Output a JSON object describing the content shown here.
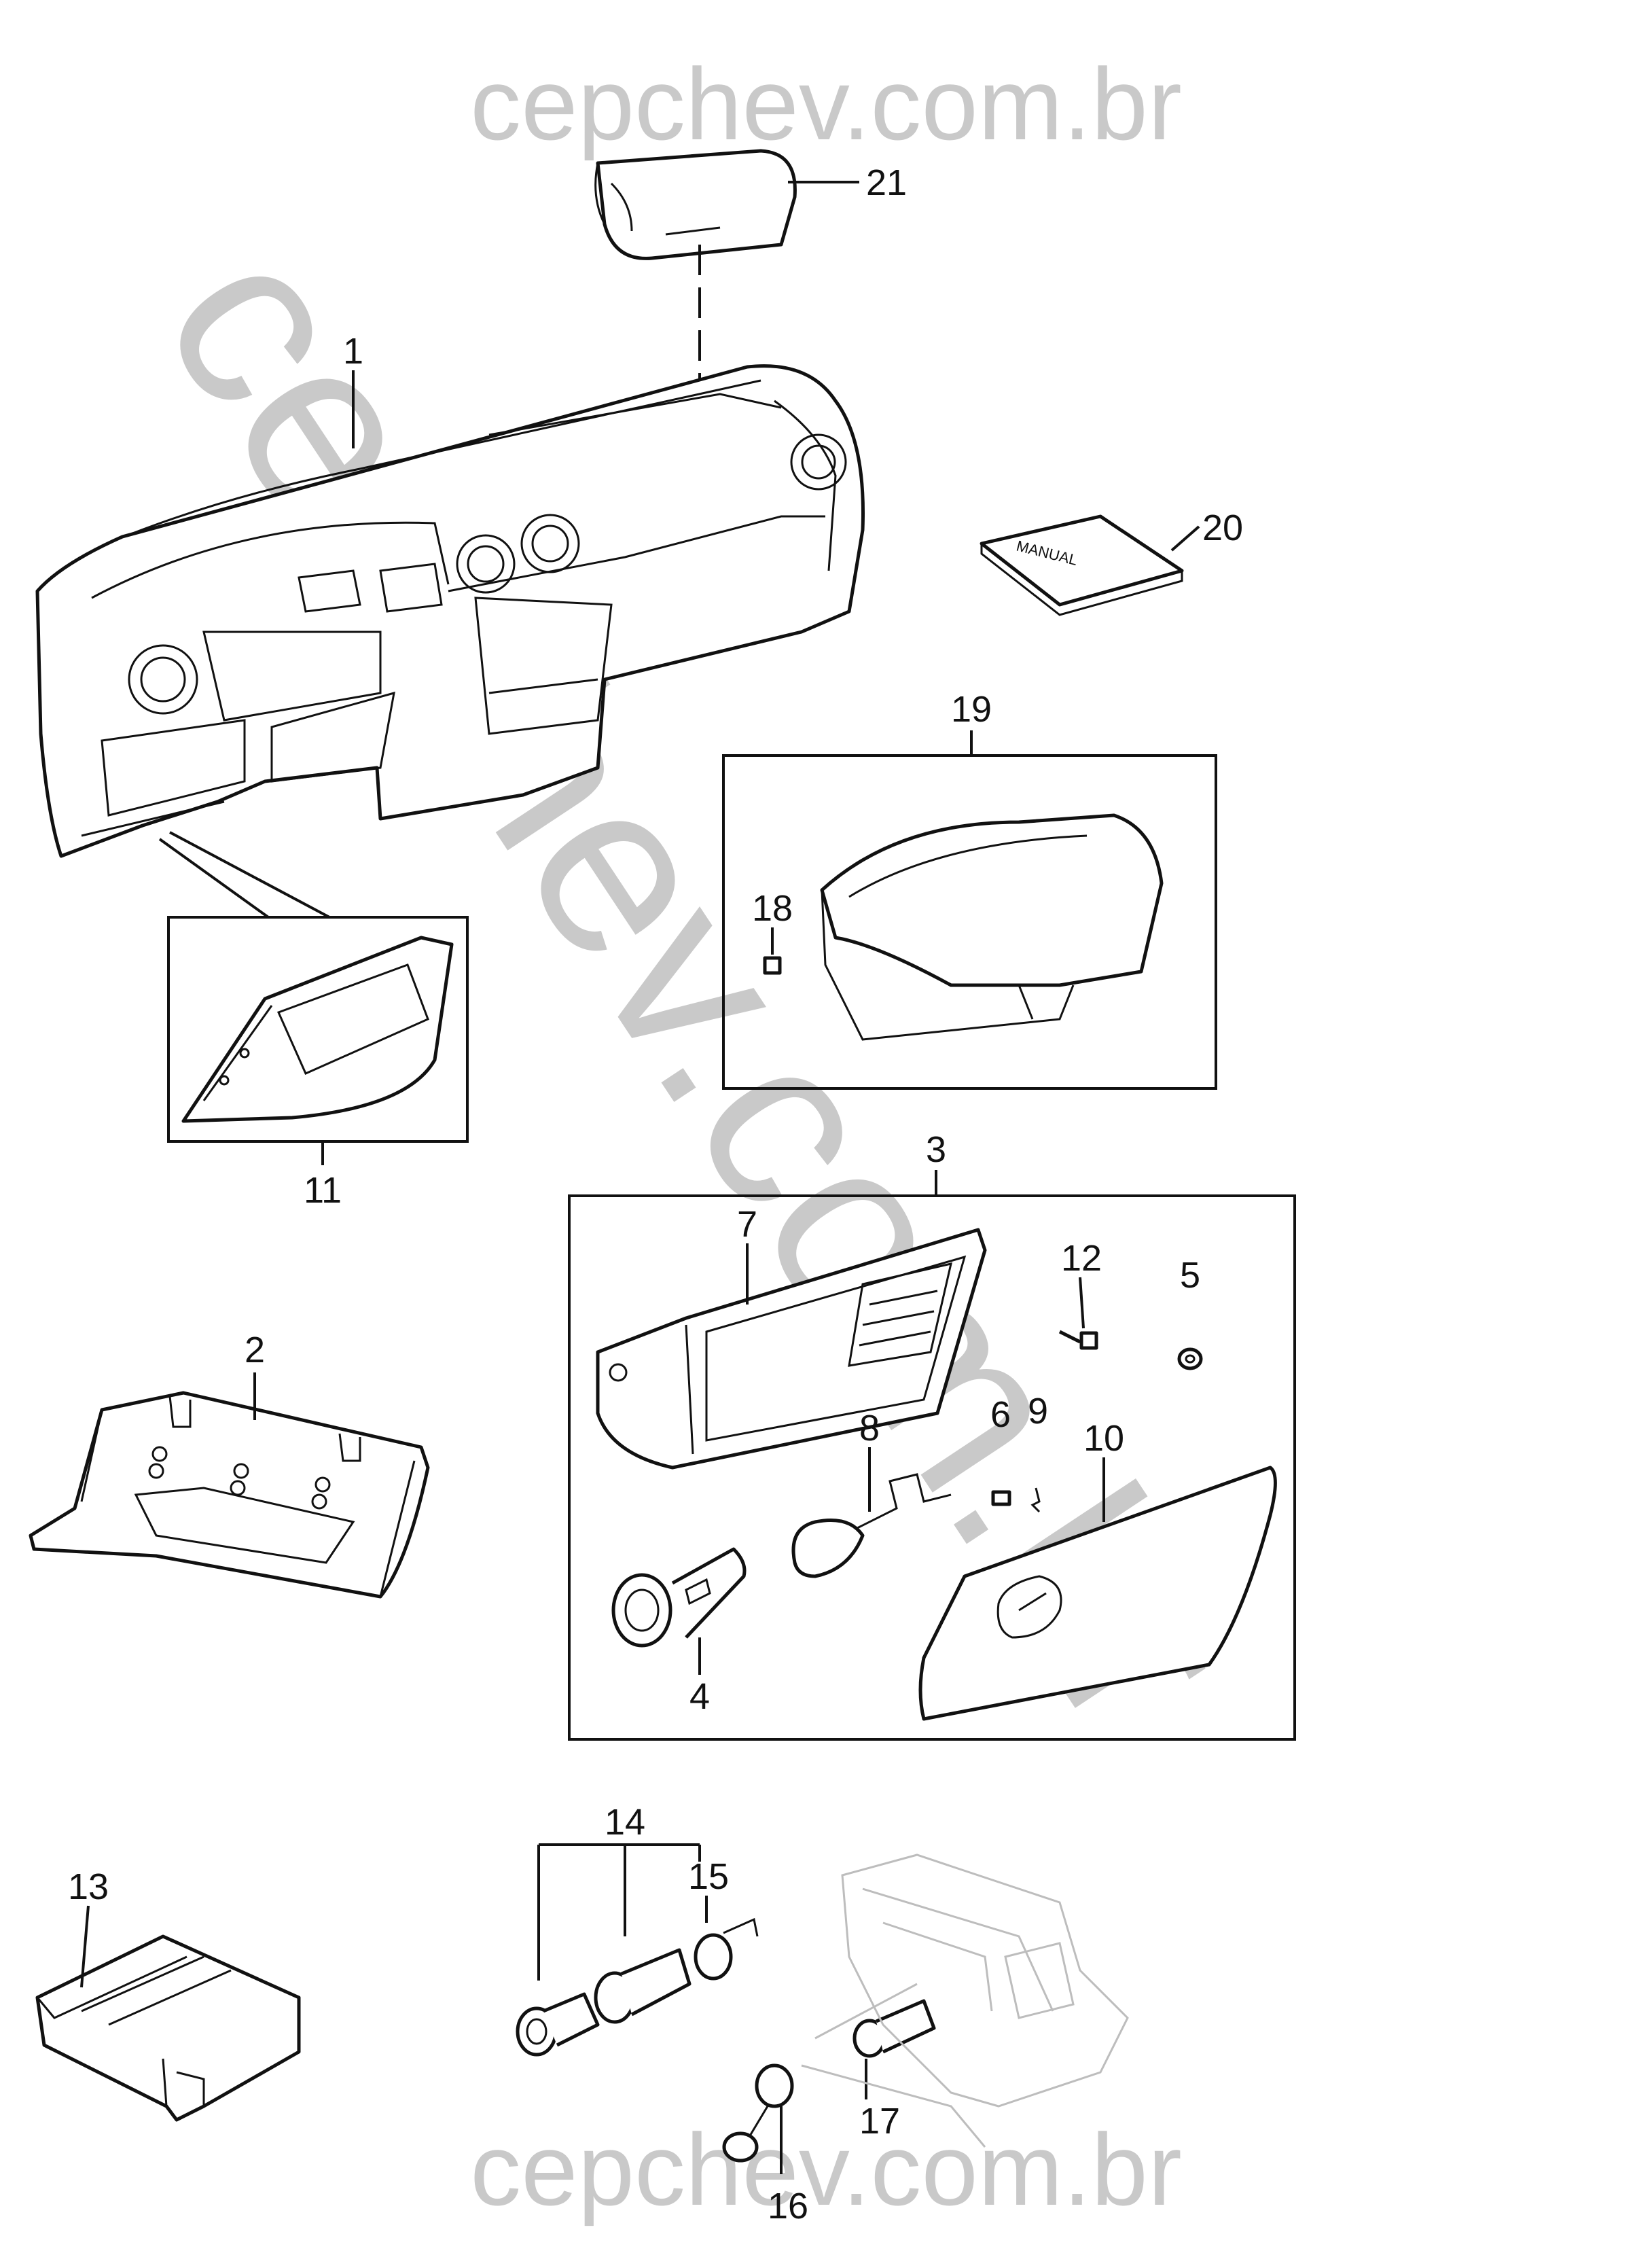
{
  "watermarks": {
    "top": "cepchev.com.br",
    "diagonal": "cepchev.com.br",
    "bottom": "cepchev.com.br"
  },
  "manual_text": "MANUAL",
  "callouts": [
    {
      "number": "1",
      "part": "instrument-panel"
    },
    {
      "number": "2",
      "part": "lower-trim-panel"
    },
    {
      "number": "3",
      "part": "glove-box-assembly"
    },
    {
      "number": "4",
      "part": "lock-cylinder"
    },
    {
      "number": "5",
      "part": "nut"
    },
    {
      "number": "6",
      "part": "clip"
    },
    {
      "number": "7",
      "part": "glove-box-bin"
    },
    {
      "number": "8",
      "part": "lamp"
    },
    {
      "number": "9",
      "part": "spring"
    },
    {
      "number": "10",
      "part": "glove-box-door"
    },
    {
      "number": "11",
      "part": "knee-bolster"
    },
    {
      "number": "12",
      "part": "screw"
    },
    {
      "number": "13",
      "part": "storage-tray"
    },
    {
      "number": "14",
      "part": "cigar-lighter-assembly"
    },
    {
      "number": "15",
      "part": "retainer-ring"
    },
    {
      "number": "16",
      "part": "socket"
    },
    {
      "number": "17",
      "part": "power-outlet"
    },
    {
      "number": "18",
      "part": "clip-small"
    },
    {
      "number": "19",
      "part": "cluster-hood"
    },
    {
      "number": "20",
      "part": "owner-manual"
    },
    {
      "number": "21",
      "part": "passenger-airbag"
    }
  ]
}
